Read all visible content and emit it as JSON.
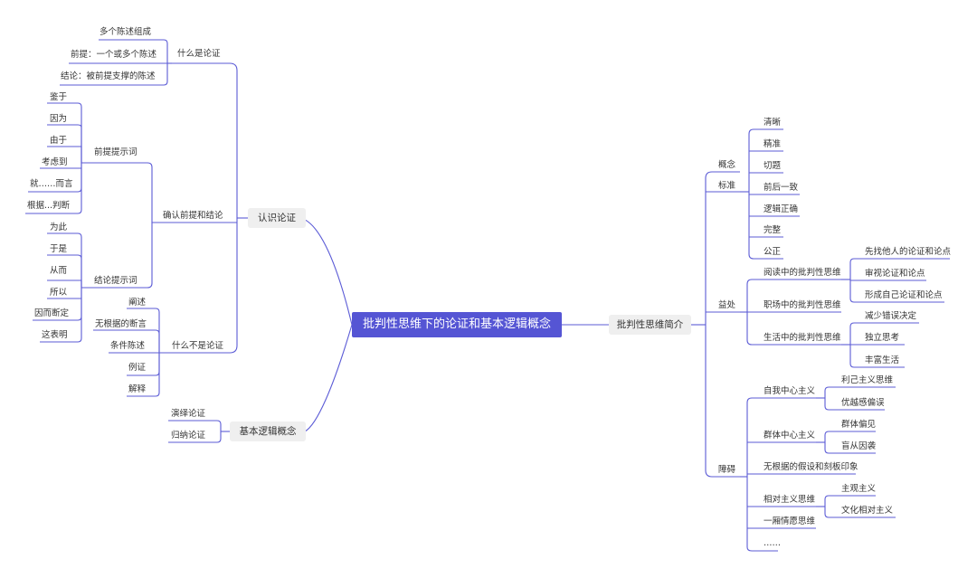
{
  "root": "批判性思维下的论证和基本逻辑概念",
  "left": {
    "renshi": {
      "label": "认识论证",
      "what": {
        "label": "什么是论证",
        "items": [
          "多个陈述组成",
          "前提：一个或多个陈述",
          "结论：被前提支撑的陈述"
        ]
      },
      "confirm": {
        "label": "确认前提和结论",
        "premise": {
          "label": "前提提示词",
          "items": [
            "鉴于",
            "因为",
            "由于",
            "考虑到",
            "就……而言",
            "根据...判断"
          ]
        },
        "conclusion": {
          "label": "结论提示词",
          "items": [
            "为此",
            "于是",
            "从而",
            "所以",
            "因而断定",
            "这表明"
          ]
        }
      },
      "not": {
        "label": "什么不是论证",
        "items": [
          "阐述",
          "无根据的断言",
          "条件陈述",
          "例证",
          "解释"
        ]
      }
    },
    "logic": {
      "label": "基本逻辑概念",
      "items": [
        "演绎论证",
        "归纳论证"
      ]
    }
  },
  "right": {
    "intro": {
      "label": "批判性思维简介",
      "concept": "概念",
      "standard": {
        "label": "标准",
        "items": [
          "清晰",
          "精准",
          "切题",
          "前后一致",
          "逻辑正确",
          "完整",
          "公正"
        ]
      },
      "benefit": {
        "label": "益处",
        "reading": {
          "label": "阅读中的批判性思维",
          "items": [
            "先找他人的论证和论点",
            "审视论证和论点",
            "形成自己论证和论点"
          ]
        },
        "work": "职场中的批判性思维",
        "life": {
          "label": "生活中的批判性思维",
          "items": [
            "减少错误决定",
            "独立思考",
            "丰富生活"
          ]
        }
      },
      "barrier": {
        "label": "障碍",
        "ego": {
          "label": "自我中心主义",
          "items": [
            "利己主义思维",
            "优越感偏误"
          ]
        },
        "group": {
          "label": "群体中心主义",
          "items": [
            "群体偏见",
            "盲从因袭"
          ]
        },
        "assumption": "无根据的假设和刻板印象",
        "relative": {
          "label": "相对主义思维",
          "items": [
            "主观主义",
            "文化相对主义"
          ]
        },
        "wishful": "一厢情愿思维",
        "more": "……"
      }
    }
  },
  "colors": {
    "line": "#5b5bd6",
    "root_bg": "#5555d4",
    "node_bg": "#efefef"
  }
}
